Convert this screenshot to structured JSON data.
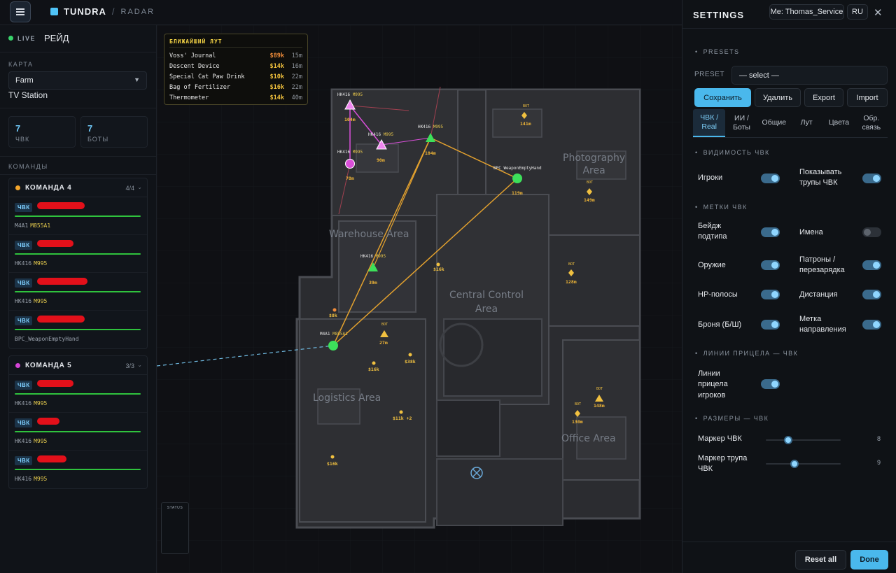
{
  "app": {
    "name": "TUNDRA",
    "separator": "/",
    "section": "RADAR"
  },
  "sidebar": {
    "live": "LIVE",
    "raid": "РЕЙД",
    "map_label": "КАРТА",
    "map_value": "Farm",
    "map_sub": "TV Station",
    "counts": [
      {
        "num": "7",
        "label": "ЧВК"
      },
      {
        "num": "7",
        "label": "БОТЫ"
      }
    ],
    "teams_label": "КОМАНДЫ",
    "teams": [
      {
        "name": "КОМАНДА 4",
        "count": "4/4",
        "color": "#f3a52b",
        "members": [
          {
            "badge": "ЧВК",
            "weapon": "M4A1",
            "ammo": "M855A1"
          },
          {
            "badge": "ЧВК",
            "weapon": "HK416",
            "ammo": "M995"
          },
          {
            "badge": "ЧВК",
            "weapon": "HK416",
            "ammo": "M995"
          },
          {
            "badge": "ЧВК",
            "weapon": "BPC_WeaponEmptyHand",
            "ammo": ""
          }
        ]
      },
      {
        "name": "КОМАНДА 5",
        "count": "3/3",
        "color": "#d444d6",
        "members": [
          {
            "badge": "ЧВК",
            "weapon": "HK416",
            "ammo": "M995"
          },
          {
            "badge": "ЧВК",
            "weapon": "HK416",
            "ammo": "M995"
          },
          {
            "badge": "ЧВК",
            "weapon": "HK416",
            "ammo": "M995"
          }
        ]
      }
    ]
  },
  "map": {
    "loot_title": "БЛИЖАЙШИЙ ЛУТ",
    "loot": [
      {
        "name": "Voss' Journal",
        "value": "$89k",
        "dist": "15m",
        "color": "#f08c3a"
      },
      {
        "name": "Descent Device",
        "value": "$14k",
        "dist": "16m",
        "color": "#f2c23d"
      },
      {
        "name": "Special Cat Paw Drink",
        "value": "$10k",
        "dist": "22m",
        "color": "#f2c23d"
      },
      {
        "name": "Bag of Fertilizer",
        "value": "$16k",
        "dist": "22m",
        "color": "#f2c23d"
      },
      {
        "name": "Thermometer",
        "value": "$14k",
        "dist": "40m",
        "color": "#f2c23d"
      }
    ],
    "areas": {
      "photography": "Photography\nArea",
      "warehouse": "Warehouse Area",
      "central": "Central Control\nArea",
      "logistics": "Logistics Area",
      "office": "Office Area"
    },
    "players": [
      {
        "weapon": "HK416",
        "ammo": "M995",
        "dist": "104m"
      },
      {
        "weapon": "HK416",
        "ammo": "M995",
        "dist": "90m"
      },
      {
        "weapon": "HK416",
        "ammo": "M995",
        "dist": "78m"
      },
      {
        "weapon": "HK416",
        "ammo": "M995",
        "dist": "104m"
      },
      {
        "weapon": "BPC_WeaponEmptyHand",
        "ammo": "",
        "dist": "119m"
      },
      {
        "weapon": "HK416",
        "ammo": "M995",
        "dist": "39m"
      },
      {
        "weapon": "M4A1",
        "ammo": "M855A1",
        "dist": ""
      }
    ],
    "bots": [
      {
        "tag": "BOT",
        "dist": "141m"
      },
      {
        "tag": "BOT",
        "dist": "149m"
      },
      {
        "tag": "BOT",
        "dist": "128m"
      },
      {
        "tag": "BOT",
        "dist": "27m"
      },
      {
        "tag": "BOT",
        "dist": "148m"
      },
      {
        "tag": "BOT",
        "dist": "130m"
      }
    ],
    "loot_markers": [
      "$16k",
      "$8k",
      "$16k",
      "$38k",
      "$11k +2",
      "$16k"
    ],
    "status_label": "STATUS"
  },
  "settings": {
    "title": "SETTINGS",
    "me": "Me: Thomas_Service",
    "lang": "RU",
    "presets_label": "PRESETS",
    "preset_label": "PRESET",
    "preset_value": "— select —",
    "buttons": {
      "save": "Сохранить",
      "delete": "Удалить",
      "export": "Export",
      "import": "Import"
    },
    "tabs": [
      "ЧВК /\nReal",
      "ИИ /\nБоты",
      "Общие",
      "Лут",
      "Цвета",
      "Обр.\nсвязь"
    ],
    "visibility_label": "ВИДИМОСТЬ ЧВК",
    "visibility": [
      {
        "label": "Игроки",
        "on": true
      },
      {
        "label": "Показывать\nтрупы ЧВК",
        "on": true
      }
    ],
    "marks_label": "МЕТКИ ЧВК",
    "marks": [
      {
        "label": "Бейдж\nподтипа",
        "on": true
      },
      {
        "label": "Имена",
        "on": false
      },
      {
        "label": "Оружие",
        "on": true
      },
      {
        "label": "Патроны /\nперезарядка",
        "on": true
      },
      {
        "label": "HP-полосы",
        "on": true
      },
      {
        "label": "Дистанция",
        "on": true
      },
      {
        "label": "Броня (Б/Ш)",
        "on": true
      },
      {
        "label": "Метка\nнаправления",
        "on": true
      }
    ],
    "sight_label": "ЛИНИИ ПРИЦЕЛА — ЧВК",
    "sight": {
      "label": "Линии\nприцела\nигроков",
      "on": true
    },
    "sizes_label": "РАЗМЕРЫ — ЧВК",
    "sizes": [
      {
        "label": "Маркер ЧВК",
        "value": "8",
        "fraction": 0.3
      },
      {
        "label": "Маркер трупа\nЧВК",
        "value": "9",
        "fraction": 0.38
      }
    ],
    "reset": "Reset all",
    "done": "Done"
  }
}
